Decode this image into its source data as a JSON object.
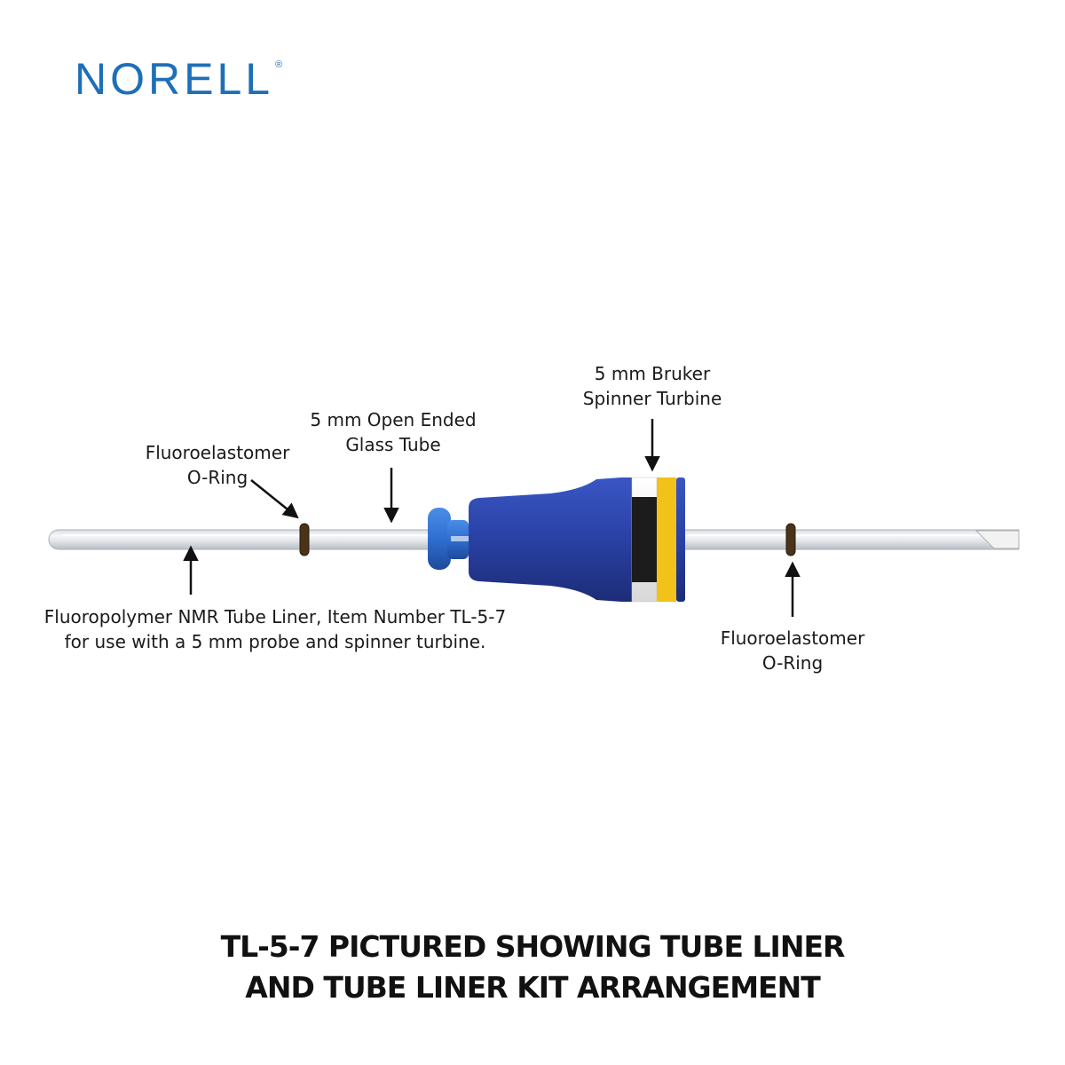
{
  "brand": {
    "name": "NORELL",
    "mark": "®",
    "color": "#1e6fb8"
  },
  "labels": {
    "oring_left": {
      "line1": "Fluoroelastomer",
      "line2": "O-Ring"
    },
    "glass_tube": {
      "line1": "5 mm Open Ended",
      "line2": "Glass Tube"
    },
    "spinner": {
      "line1": "5 mm Bruker",
      "line2": "Spinner Turbine"
    },
    "liner": {
      "line1": "Fluoropolymer NMR Tube Liner, Item Number TL-5-7",
      "line2": "for use with a 5 mm probe and spinner turbine."
    },
    "oring_right": {
      "line1": "Fluoroelastomer",
      "line2": "O-Ring"
    }
  },
  "caption": {
    "line1": "TL-5-7 PICTURED SHOWING TUBE LINER",
    "line2": "AND TUBE LINER KIT ARRANGEMENT"
  },
  "colors": {
    "turbine_blue": "#2a3f9e",
    "turbine_band_yellow": "#f2c218",
    "turbine_band_black": "#1c1c1c",
    "cap_blue": "#2f6fd0",
    "oring_brown": "#4a3318"
  }
}
